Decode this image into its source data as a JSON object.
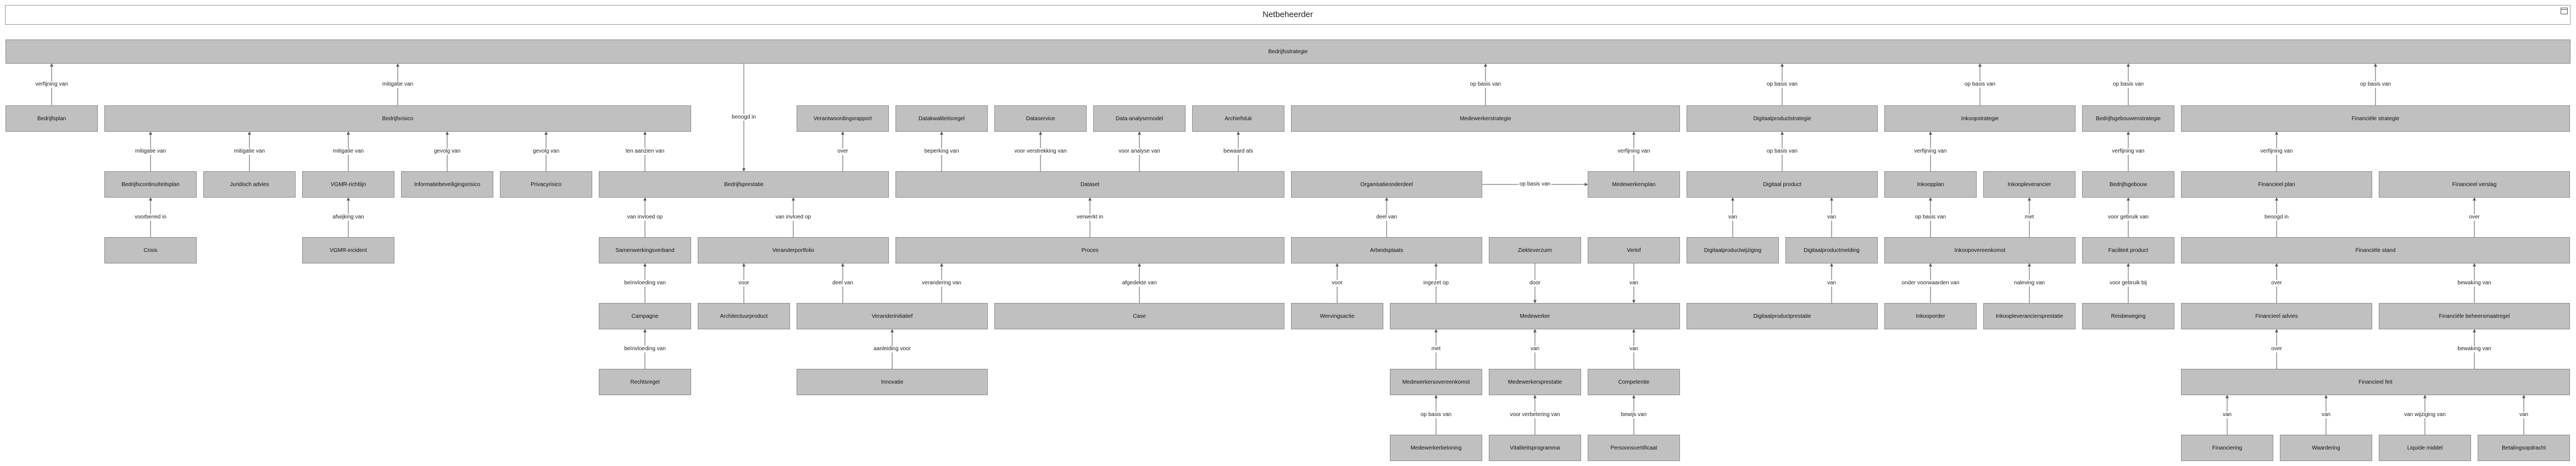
{
  "window": {
    "title": "Netbeheerder",
    "icon": "window-icon"
  },
  "nodes": [
    {
      "id": "bedrijfsstrategie",
      "label": "Bedrijfsstrategie"
    },
    {
      "id": "bedrijfsplan",
      "label": "Bedrijfsplan"
    },
    {
      "id": "bedrijfsrisico",
      "label": "Bedrijfsrisico"
    },
    {
      "id": "verantwoordingsrapport",
      "label": "Verantwoordingsrapport"
    },
    {
      "id": "datakwaliteitsregel",
      "label": "Datakwaliteitsregel"
    },
    {
      "id": "dataservice",
      "label": "Dataservice"
    },
    {
      "id": "data-analysemodel",
      "label": "Data-analysemodel"
    },
    {
      "id": "archiefstuk",
      "label": "Archiefstuk"
    },
    {
      "id": "medewerkerstrategie",
      "label": "Medewerkerstrategie"
    },
    {
      "id": "digitaalproductstrategie",
      "label": "Digitaalproductstrategie"
    },
    {
      "id": "inkoopstrategie",
      "label": "Inkoopstrategie"
    },
    {
      "id": "bedrijfsgebouwenstrategie",
      "label": "Bedrijfsgebouwenstrategie"
    },
    {
      "id": "financiele-strategie",
      "label": "Financiële strategie"
    },
    {
      "id": "bedrijfscontinuiteitsplan",
      "label": "Bedrijfscontinuïteitsplan"
    },
    {
      "id": "juridisch-advies",
      "label": "Juridisch advies"
    },
    {
      "id": "vgmr-richtlijn",
      "label": "VGMR-richtlijn"
    },
    {
      "id": "informatiebeveiligingsrisico",
      "label": "Informatiebeveiligingsrisico"
    },
    {
      "id": "privacyrisico",
      "label": "Privacyrisico"
    },
    {
      "id": "bedrijfsprestatie",
      "label": "Bedrijfsprestatie"
    },
    {
      "id": "dataset",
      "label": "Dataset"
    },
    {
      "id": "organisatieonderdeel",
      "label": "Organisatieonderdeel"
    },
    {
      "id": "medewerkersplan",
      "label": "Medewerkersplan"
    },
    {
      "id": "digitaal-product",
      "label": "Digitaal product"
    },
    {
      "id": "inkoopplan",
      "label": "Inkoopplan"
    },
    {
      "id": "inkoopleverancier",
      "label": "Inkoopleverancier"
    },
    {
      "id": "bedrijfsgebouw",
      "label": "Bedrijfsgebouw"
    },
    {
      "id": "financieel-plan",
      "label": "Financieel plan"
    },
    {
      "id": "financieel-verslag",
      "label": "Financieel verslag"
    },
    {
      "id": "crisis",
      "label": "Crisis"
    },
    {
      "id": "vgmr-incident",
      "label": "VGMR-incident"
    },
    {
      "id": "samenwerkingsverband",
      "label": "Samenwerkingsverband"
    },
    {
      "id": "veranderportfolio",
      "label": "Veranderportfolio"
    },
    {
      "id": "proces",
      "label": "Proces"
    },
    {
      "id": "arbeidsplaats",
      "label": "Arbeidsplaats"
    },
    {
      "id": "ziekteverzuim",
      "label": "Ziekteverzuim"
    },
    {
      "id": "verlof",
      "label": "Verlof"
    },
    {
      "id": "digitaalproductwijziging",
      "label": "Digitaalproductwijziging"
    },
    {
      "id": "digitaalproductmelding",
      "label": "Digitaalproductmelding"
    },
    {
      "id": "inkoopovereenkomst",
      "label": "Inkoopovereenkomst"
    },
    {
      "id": "faciliteit-product",
      "label": "Faciliteit product"
    },
    {
      "id": "financiele-stand",
      "label": "Financiële stand"
    },
    {
      "id": "campagne",
      "label": "Campagne"
    },
    {
      "id": "architectuurproduct",
      "label": "Architectuurproduct"
    },
    {
      "id": "veranderinitiatief",
      "label": "Veranderinitiatief"
    },
    {
      "id": "case",
      "label": "Case"
    },
    {
      "id": "wervingsactie",
      "label": "Wervingsactie"
    },
    {
      "id": "medewerker",
      "label": "Medewerker"
    },
    {
      "id": "digitaalproductprestatie",
      "label": "Digitaalproductprestatie"
    },
    {
      "id": "inkooporder",
      "label": "Inkooporder"
    },
    {
      "id": "inkoopleveranciersprestatie",
      "label": "Inkoopleveranciersprestatie"
    },
    {
      "id": "reisbeweging",
      "label": "Reisbeweging"
    },
    {
      "id": "financieel-advies",
      "label": "Financieel advies"
    },
    {
      "id": "financiele-beheersmaatregel",
      "label": "Financiële beheersmaatregel"
    },
    {
      "id": "rechtsregel",
      "label": "Rechtsregel"
    },
    {
      "id": "innovatie",
      "label": "Innovatie"
    },
    {
      "id": "medewerkersovereenkomst",
      "label": "Medewerkersovereenkomst"
    },
    {
      "id": "medewerkersprestatie",
      "label": "Medewerkersprestatie"
    },
    {
      "id": "competentie",
      "label": "Competentie"
    },
    {
      "id": "financieel-feit",
      "label": "Financieel feit"
    },
    {
      "id": "medewerkerbeloning",
      "label": "Medewerkerbeloning"
    },
    {
      "id": "vitaliteitsprogramma",
      "label": "Vitaliteitsprogramma"
    },
    {
      "id": "persoonscertificaat",
      "label": "Persoonscertificaat"
    },
    {
      "id": "financiering",
      "label": "Financiering"
    },
    {
      "id": "waardering",
      "label": "Waardering"
    },
    {
      "id": "liquide-middel",
      "label": "Liquide middel"
    },
    {
      "id": "betalingsopdracht",
      "label": "Betalingsopdracht"
    }
  ],
  "edges": [
    {
      "from": "bedrijfsplan",
      "to": "bedrijfsstrategie",
      "label": "verfijning van"
    },
    {
      "from": "bedrijfsrisico",
      "to": "bedrijfsstrategie",
      "label": "mitigatie van"
    },
    {
      "from": "bedrijfsstrategie",
      "to": "bedrijfsprestatie",
      "label": "beoogd in"
    },
    {
      "from": "medewerkerstrategie",
      "to": "bedrijfsstrategie",
      "label": "op basis van"
    },
    {
      "from": "digitaalproductstrategie",
      "to": "bedrijfsstrategie",
      "label": "op basis van"
    },
    {
      "from": "inkoopstrategie",
      "to": "bedrijfsstrategie",
      "label": "op basis van"
    },
    {
      "from": "bedrijfsgebouwenstrategie",
      "to": "bedrijfsstrategie",
      "label": "op basis van"
    },
    {
      "from": "financiele-strategie",
      "to": "bedrijfsstrategie",
      "label": "op basis van"
    },
    {
      "from": "bedrijfscontinuiteitsplan",
      "to": "bedrijfsrisico",
      "label": "mitigatie van"
    },
    {
      "from": "juridisch-advies",
      "to": "bedrijfsrisico",
      "label": "mitigatie van"
    },
    {
      "from": "vgmr-richtlijn",
      "to": "bedrijfsrisico",
      "label": "mitigatie van"
    },
    {
      "from": "informatiebeveiligingsrisico",
      "to": "bedrijfsrisico",
      "label": "gevolg van"
    },
    {
      "from": "privacyrisico",
      "to": "bedrijfsrisico",
      "label": "gevolg van"
    },
    {
      "from": "bedrijfsprestatie",
      "to": "bedrijfsrisico",
      "label": "ten aanzien van"
    },
    {
      "from": "bedrijfsprestatie",
      "to": "verantwoordingsrapport",
      "label": "over"
    },
    {
      "from": "dataset",
      "to": "datakwaliteitsregel",
      "label": "beperking van"
    },
    {
      "from": "dataset",
      "to": "dataservice",
      "label": "voor verstrekking van"
    },
    {
      "from": "dataset",
      "to": "data-analysemodel",
      "label": "voor analyse van"
    },
    {
      "from": "dataset",
      "to": "archiefstuk",
      "label": "bewaard als"
    },
    {
      "from": "medewerkersplan",
      "to": "medewerkerstrategie",
      "label": "verfijning van"
    },
    {
      "from": "organisatieonderdeel",
      "to": "medewerkersplan",
      "label": "op basis van"
    },
    {
      "from": "digitaal-product",
      "to": "digitaalproductstrategie",
      "label": "op basis van"
    },
    {
      "from": "inkoopplan",
      "to": "inkoopstrategie",
      "label": "verfijning van"
    },
    {
      "from": "bedrijfsgebouw",
      "to": "bedrijfsgebouwenstrategie",
      "label": "verfijning van"
    },
    {
      "from": "financieel-plan",
      "to": "financiele-strategie",
      "label": "verfijning van"
    },
    {
      "from": "crisis",
      "to": "bedrijfscontinuiteitsplan",
      "label": "voorbereid in"
    },
    {
      "from": "vgmr-incident",
      "to": "vgmr-richtlijn",
      "label": "afwijking van"
    },
    {
      "from": "samenwerkingsverband",
      "to": "bedrijfsprestatie",
      "label": "van invloed op"
    },
    {
      "from": "veranderportfolio",
      "to": "bedrijfsprestatie",
      "label": "van invloed op"
    },
    {
      "from": "proces",
      "to": "dataset",
      "label": "verwerkt in"
    },
    {
      "from": "arbeidsplaats",
      "to": "organisatieonderdeel",
      "label": "deel van"
    },
    {
      "from": "digitaalproductwijziging",
      "to": "digitaal-product",
      "label": "van"
    },
    {
      "from": "digitaalproductmelding",
      "to": "digitaal-product",
      "label": "van"
    },
    {
      "from": "inkoopovereenkomst",
      "to": "inkoopplan",
      "label": "op basis van"
    },
    {
      "from": "inkoopovereenkomst",
      "to": "inkoopleverancier",
      "label": "met"
    },
    {
      "from": "faciliteit-product",
      "to": "bedrijfsgebouw",
      "label": "voor gebruik van"
    },
    {
      "from": "financiele-stand",
      "to": "financieel-plan",
      "label": "beoogd in"
    },
    {
      "from": "financiele-stand",
      "to": "financieel-verslag",
      "label": "over"
    },
    {
      "from": "campagne",
      "to": "samenwerkingsverband",
      "label": "beïnvloeding van"
    },
    {
      "from": "architectuurproduct",
      "to": "veranderportfolio",
      "label": "voor"
    },
    {
      "from": "veranderinitiatief",
      "to": "veranderportfolio",
      "label": "deel van"
    },
    {
      "from": "veranderinitiatief",
      "to": "proces",
      "label": "verandering van"
    },
    {
      "from": "case",
      "to": "proces",
      "label": "afgedekte van"
    },
    {
      "from": "wervingsactie",
      "to": "arbeidsplaats",
      "label": "voor"
    },
    {
      "from": "medewerker",
      "to": "arbeidsplaats",
      "label": "ingezet op"
    },
    {
      "from": "ziekteverzuim",
      "to": "medewerker",
      "label": "door"
    },
    {
      "from": "verlof",
      "to": "medewerker",
      "label": "van"
    },
    {
      "from": "digitaalproductprestatie",
      "to": "digitaalproductmelding",
      "label": "van"
    },
    {
      "from": "inkooporder",
      "to": "inkoopovereenkomst",
      "label": "onder voorwaarden van"
    },
    {
      "from": "inkoopleveranciersprestatie",
      "to": "inkoopovereenkomst",
      "label": "naleving van"
    },
    {
      "from": "reisbeweging",
      "to": "faciliteit-product",
      "label": "voor gebruik bij"
    },
    {
      "from": "financieel-advies",
      "to": "financiele-stand",
      "label": "over"
    },
    {
      "from": "financiele-beheersmaatregel",
      "to": "financiele-stand",
      "label": "bewaking van"
    },
    {
      "from": "rechtsregel",
      "to": "campagne",
      "label": "beïnvloeding van"
    },
    {
      "from": "innovatie",
      "to": "veranderinitiatief",
      "label": "aanleiding voor"
    },
    {
      "from": "medewerkersovereenkomst",
      "to": "medewerker",
      "label": "met"
    },
    {
      "from": "medewerkersprestatie",
      "to": "medewerker",
      "label": "van"
    },
    {
      "from": "competentie",
      "to": "medewerker",
      "label": "van"
    },
    {
      "from": "financieel-feit",
      "to": "financieel-advies",
      "label": "over"
    },
    {
      "from": "financieel-feit",
      "to": "financiele-beheersmaatregel",
      "label": "bewaking van"
    },
    {
      "from": "medewerkerbeloning",
      "to": "medewerkersovereenkomst",
      "label": "op basis van"
    },
    {
      "from": "vitaliteitsprogramma",
      "to": "medewerkersprestatie",
      "label": "voor verbetering van"
    },
    {
      "from": "persoonscertificaat",
      "to": "competentie",
      "label": "bewijs van"
    },
    {
      "from": "financiering",
      "to": "financieel-feit",
      "label": "van"
    },
    {
      "from": "waardering",
      "to": "financieel-feit",
      "label": "van"
    },
    {
      "from": "liquide-middel",
      "to": "financieel-feit",
      "label": "van wijziging van"
    },
    {
      "from": "betalingsopdracht",
      "to": "financieel-feit",
      "label": "van"
    }
  ]
}
